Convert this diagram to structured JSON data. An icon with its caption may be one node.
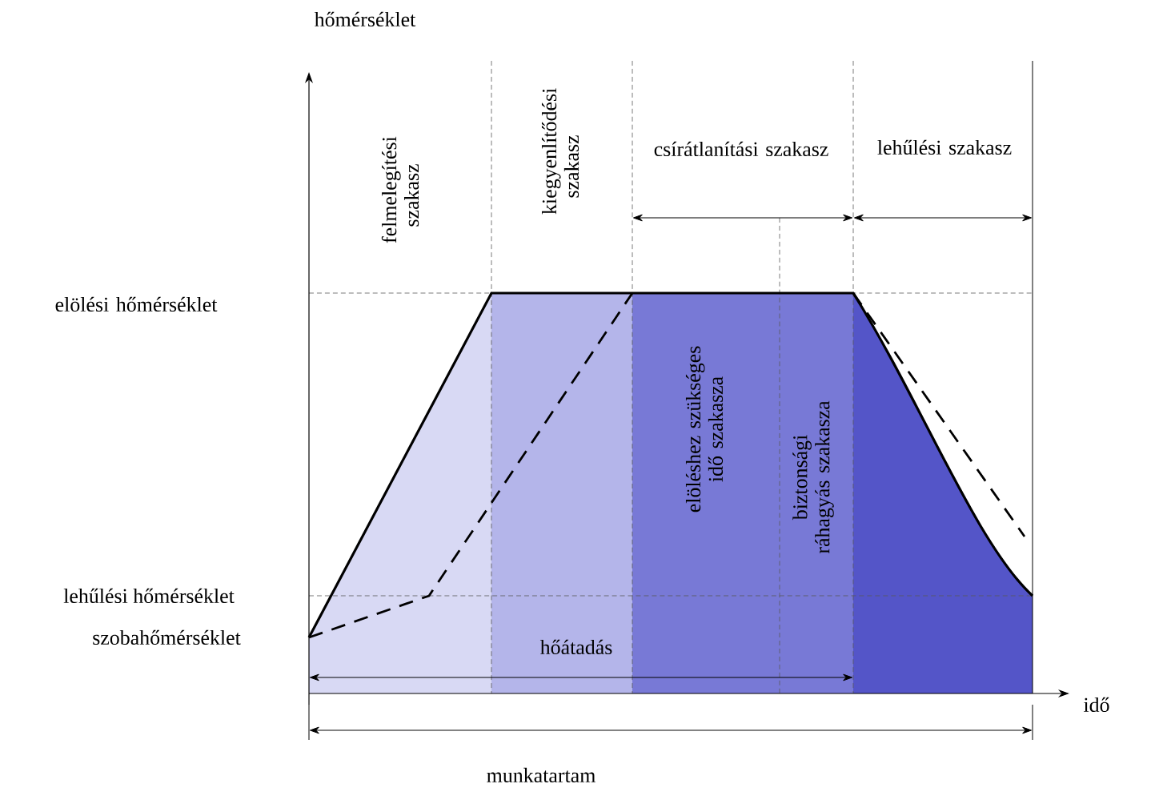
{
  "diagram": {
    "labels": [
      "hőmérséklet",
      "felmelegítési szakasz",
      "kiegyenlítődési szakasz",
      "csírátlanítási szakasz",
      "lehűlési szakasz",
      "elölési hőmérséklet",
      "elöléshez szükséges idő szakasza",
      "biztonsági ráhagyás szakasza",
      "lehűlési hőmérséklet",
      "szobahőmérséklet",
      "hőátadás",
      "idő",
      "munkatartam"
    ]
  }
}
